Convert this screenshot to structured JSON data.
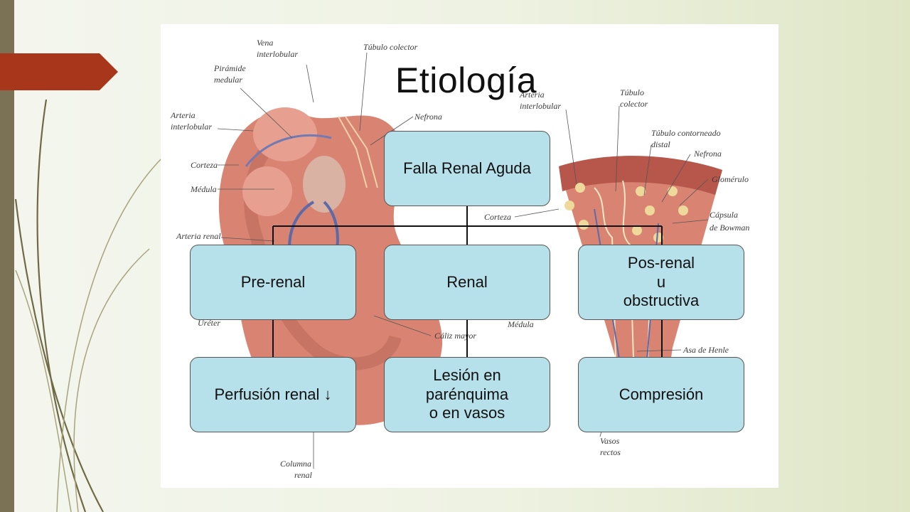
{
  "title": "Etiología",
  "diagram": {
    "root": "Falla Renal Aguda",
    "level1": [
      "Pre-renal",
      "Renal",
      "Pos-renal\nu\nobstructiva"
    ],
    "level2": [
      "Perfusión renal ↓",
      "Lesión en\nparénquima\no en vasos",
      "Compresión"
    ]
  },
  "anatomy_labels": {
    "vena_interlobular": [
      "Vena",
      "interlobular"
    ],
    "piramide_medular": [
      "Pirámide",
      "medular"
    ],
    "arteria_interlobular_left": [
      "Arteria",
      "interlobular"
    ],
    "corteza_left": "Corteza",
    "medula_left": "Médula",
    "arteria_renal": "Arteria renal",
    "ureter": "Uréter",
    "tubulo_colector_top": "Túbulo colector",
    "nefrona_top": "Nefrona",
    "caliz_mayor": "Cáliz mayor",
    "columna_renal": [
      "Columna",
      "renal"
    ],
    "arteria_interlobular_right": [
      "Arteria",
      "interlobular"
    ],
    "tubulo_colector_right": [
      "Túbulo",
      "colector"
    ],
    "tubulo_contorneado_distal": [
      "Túbulo contorneado",
      "distal"
    ],
    "nefrona_right": "Nefrona",
    "glomerulo": "Glomérulo",
    "capsula_bowman": [
      "Cápsula",
      "de Bowman"
    ],
    "corteza_right": "Corteza",
    "medula_right": "Médula",
    "asa_henle": "Asa de Henle",
    "vasos_rectos": [
      "Vasos",
      "rectos"
    ]
  },
  "colors": {
    "accent_arrow": "#a8361a",
    "left_bar": "#7b7256",
    "box_fill": "#b7e1ea",
    "kidney": "#d98473"
  }
}
